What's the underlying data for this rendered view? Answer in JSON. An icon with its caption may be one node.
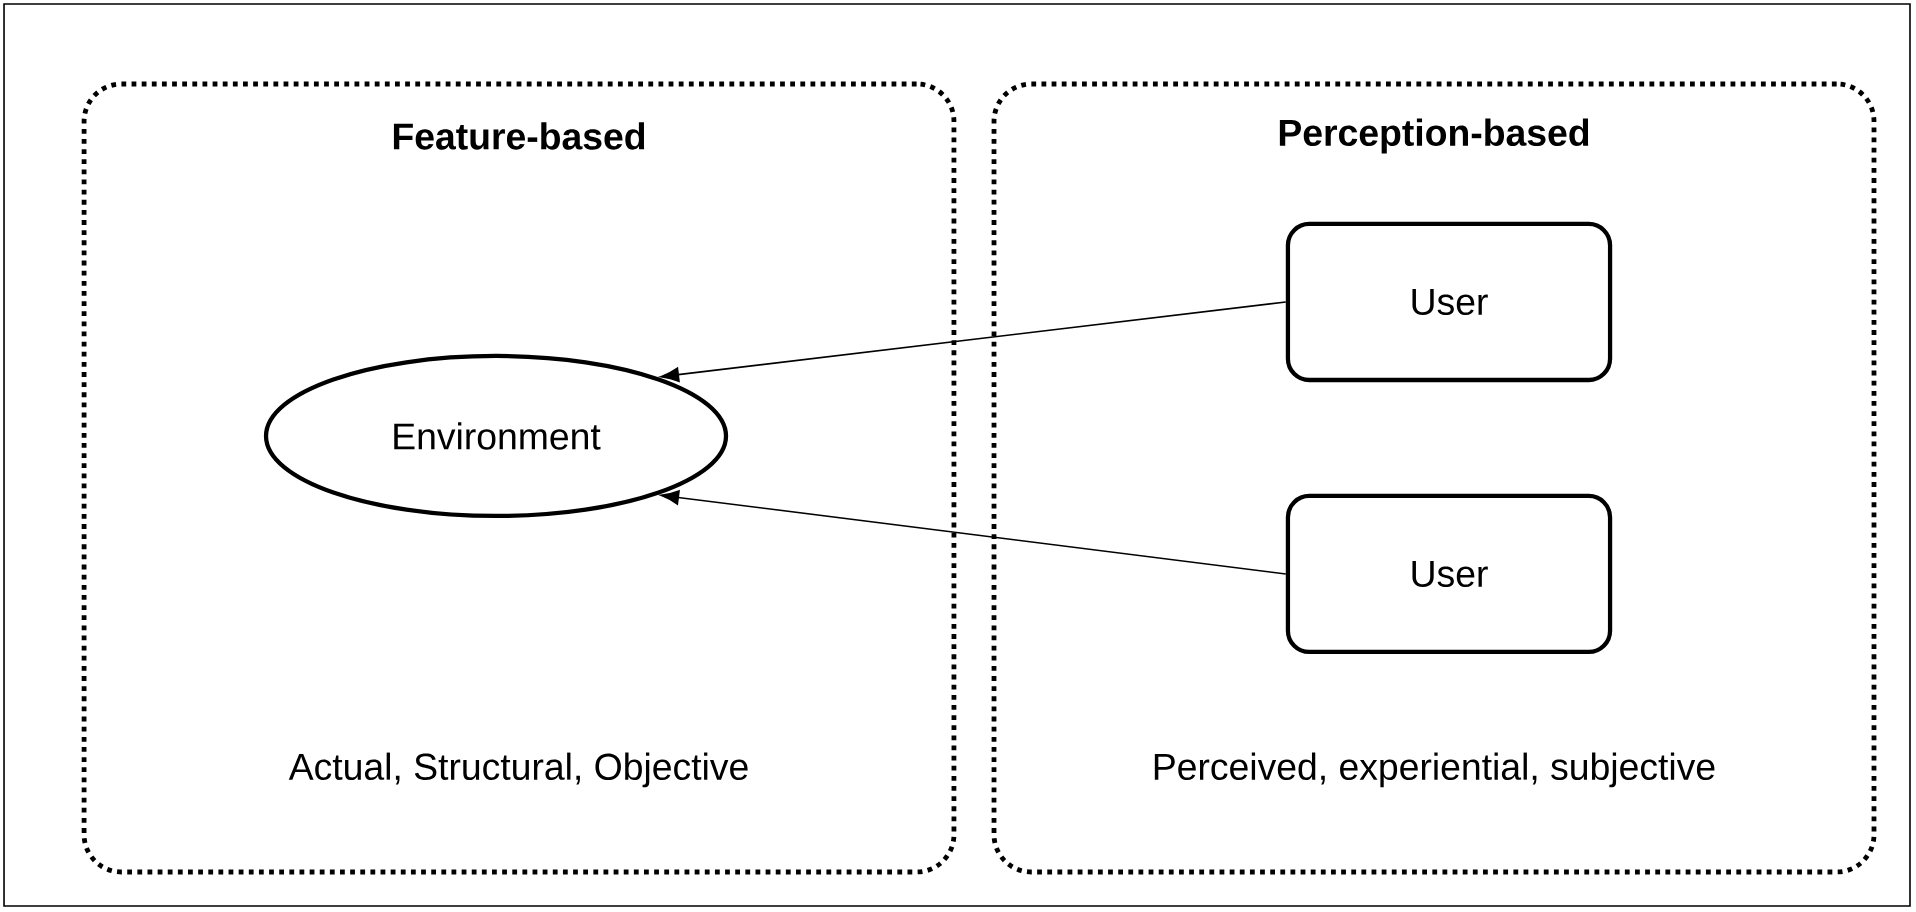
{
  "diagram": {
    "nodes": [
      {
        "text": [
          "Feature-based",
          "Actual, Structural, Objective"
        ]
      },
      {
        "text": [
          "Perception-based",
          "Perceived, experiential, subjective"
        ]
      },
      {
        "text": [
          "Environment"
        ],
        "in": 0
      },
      {
        "text": [
          "User"
        ],
        "in": 1
      },
      {
        "text": [
          "User"
        ],
        "in": 1
      }
    ],
    "edges": [
      {
        "from": 3,
        "to": 2,
        "arrow": "to"
      },
      {
        "from": 4,
        "to": 2,
        "arrow": "to"
      }
    ]
  }
}
